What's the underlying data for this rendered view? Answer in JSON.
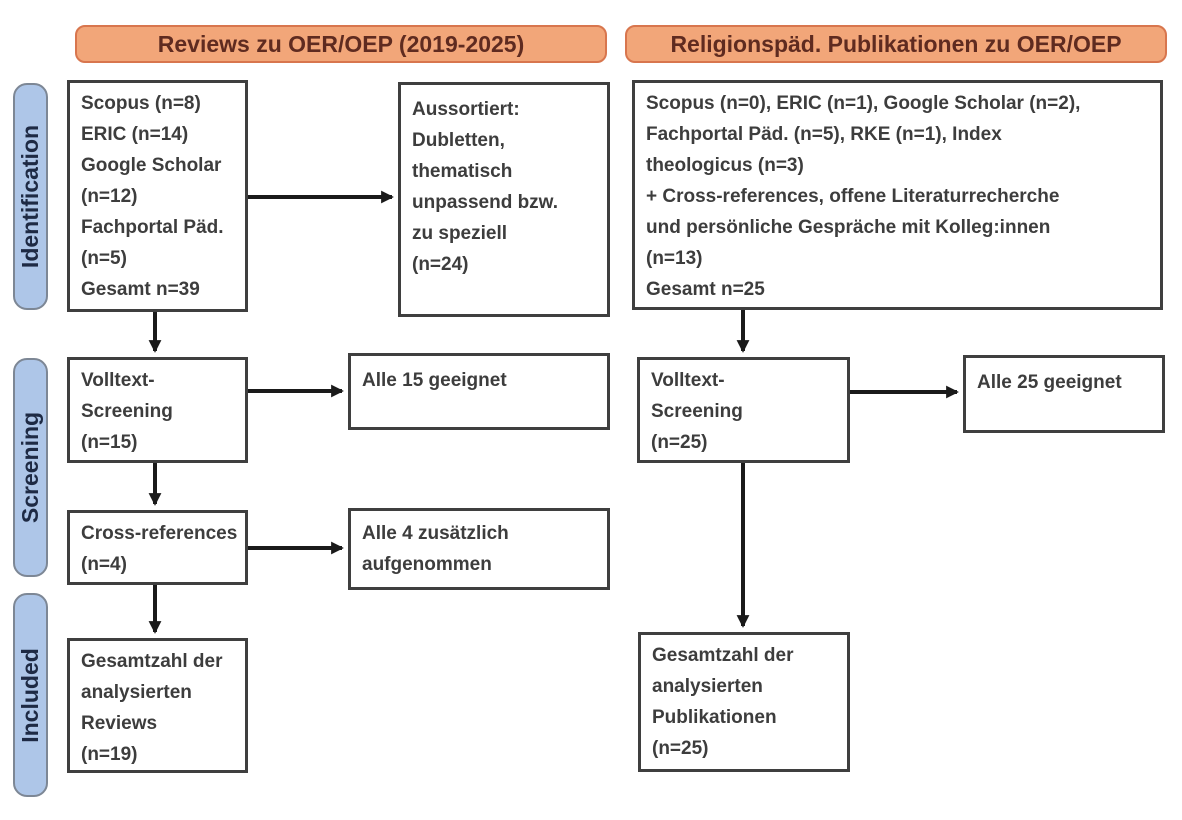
{
  "colors": {
    "header_fill": "#f2a679",
    "header_border": "#d8764e",
    "header_text": "#5f2b20",
    "stage_fill": "#aec6e8",
    "stage_border": "#7d8795",
    "stage_text": "#1e2a44",
    "box_border": "#3f3f3f",
    "box_text": "#3d3d3d",
    "arrow": "#1a1a1a",
    "background": "#ffffff"
  },
  "headers": {
    "left": "Reviews zu OER/OEP (2019-2025)",
    "right": "Religionspäd. Publikationen zu OER/OEP"
  },
  "stages": [
    {
      "label": "Identification"
    },
    {
      "label": "Screening"
    },
    {
      "label": "Included"
    }
  ],
  "boxes": {
    "left_sources": {
      "lines": [
        "Scopus (n=8)",
        "ERIC (n=14)",
        "Google Scholar",
        "(n=12)",
        "Fachportal Päd.",
        "(n=5)",
        "Gesamt n=39"
      ]
    },
    "left_excluded": {
      "lines": [
        "Aussortiert:",
        "Dubletten,",
        "thematisch",
        "unpassend bzw.",
        "zu speziell",
        "(n=24)"
      ]
    },
    "right_sources": {
      "lines": [
        "Scopus (n=0), ERIC (n=1), Google Scholar (n=2),",
        "Fachportal Päd. (n=5), RKE (n=1), Index",
        "theologicus (n=3)",
        "+ Cross-references, offene Literaturrecherche",
        "und persönliche Gespräche mit Kolleg:innen",
        "(n=13)",
        "Gesamt n=25"
      ]
    },
    "left_fulltext": {
      "lines": [
        "Volltext-",
        "Screening",
        "(n=15)"
      ]
    },
    "left_eligible": {
      "lines": [
        "Alle 15 geeignet"
      ]
    },
    "right_fulltext": {
      "lines": [
        "Volltext-",
        "Screening",
        "(n=25)"
      ]
    },
    "right_eligible": {
      "lines": [
        "Alle 25 geeignet"
      ]
    },
    "left_crossref": {
      "lines": [
        "Cross-references",
        "(n=4)"
      ]
    },
    "left_added": {
      "lines": [
        "Alle 4 zusätzlich",
        "aufgenommen"
      ]
    },
    "left_total": {
      "lines": [
        "Gesamtzahl der",
        "analysierten",
        "Reviews",
        "(n=19)"
      ]
    },
    "right_total": {
      "lines": [
        "Gesamtzahl der",
        "analysierten",
        "Publikationen",
        "(n=25)"
      ]
    }
  }
}
